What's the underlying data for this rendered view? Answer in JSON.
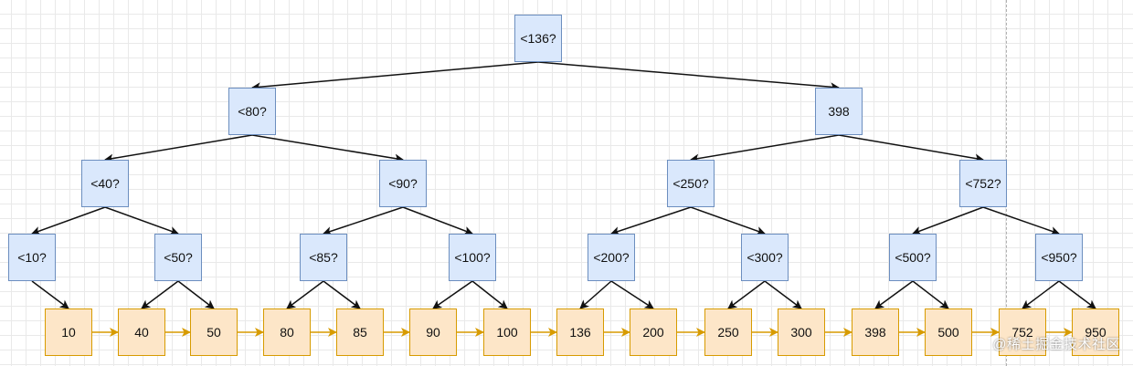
{
  "tree": {
    "root": "<136?",
    "level1": [
      "<80?",
      "398"
    ],
    "level2": [
      "<40?",
      "<90?",
      "<250?",
      "<752?"
    ],
    "level3": [
      "<10?",
      "<50?",
      "<85?",
      "<100?",
      "<200?",
      "<300?",
      "<500?",
      "<950?"
    ],
    "leaves": [
      "10",
      "40",
      "50",
      "80",
      "85",
      "90",
      "100",
      "136",
      "200",
      "250",
      "300",
      "398",
      "500",
      "752",
      "950"
    ]
  },
  "colors": {
    "inner_fill": "#dae8fc",
    "inner_border": "#6c8ebf",
    "leaf_fill": "#fde6c8",
    "leaf_border": "#d79b00",
    "tree_edge": "#111111",
    "leaf_link": "#d79b00"
  },
  "watermark": "@稀土掘金技术社区"
}
